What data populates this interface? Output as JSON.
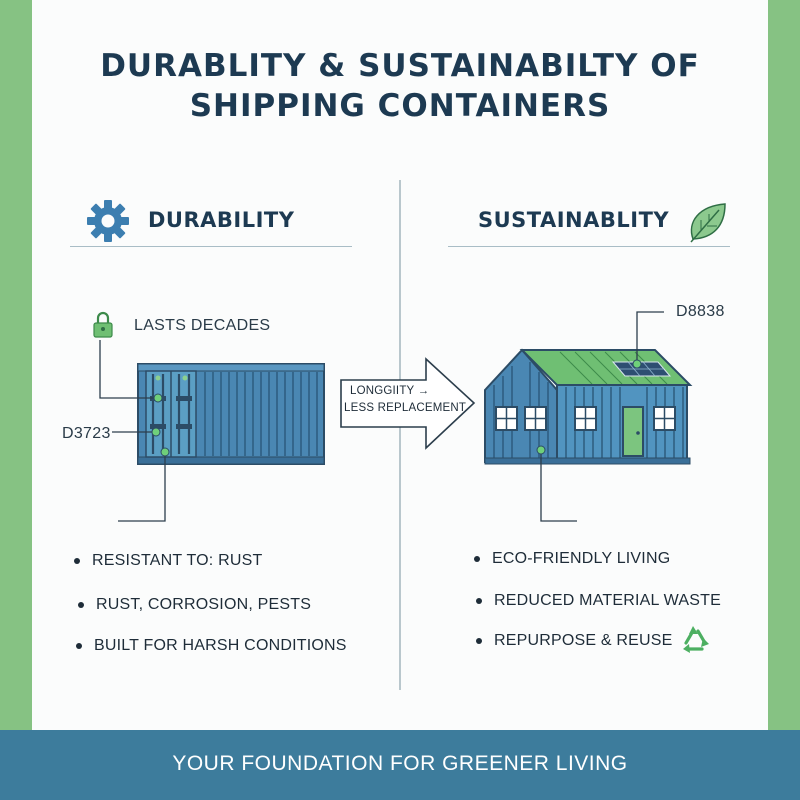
{
  "title": {
    "line1": "DURABLITY & SUSTAINABILTY OF",
    "line2": "SHIPPING CONTAINERS"
  },
  "durability": {
    "heading": "DURABILITY",
    "icon": "gear-icon",
    "callout_top": "LASTS DECADES",
    "callout_left": "D3723",
    "bullets": [
      "RESISTANT TO: RUST",
      "RUST, CORROSION, PESTS",
      "BUILT FOR HARSH CONDITIONS"
    ]
  },
  "arrow": {
    "line1": "LONGGIITY →",
    "line2": "LESS REPLACEMENT"
  },
  "sustainability": {
    "heading": "SUSTAINABLITY",
    "icon": "leaf-icon",
    "callout_top": "D8838",
    "bullets": [
      "ECO-FRIENDLY LIVING",
      "REDUCED MATERIAL WASTE",
      "REPURPOSE & REUSE"
    ],
    "bullet_icon": "recycle-icon"
  },
  "footer": {
    "text": "YOUR FOUNDATION FOR GREENER LIVING"
  },
  "colors": {
    "green_border": "#86c283",
    "footer_blue": "#3d7c9c",
    "title_navy": "#1d3a52",
    "container_blue": "#4a87b3",
    "accent_green": "#6fbf73"
  }
}
